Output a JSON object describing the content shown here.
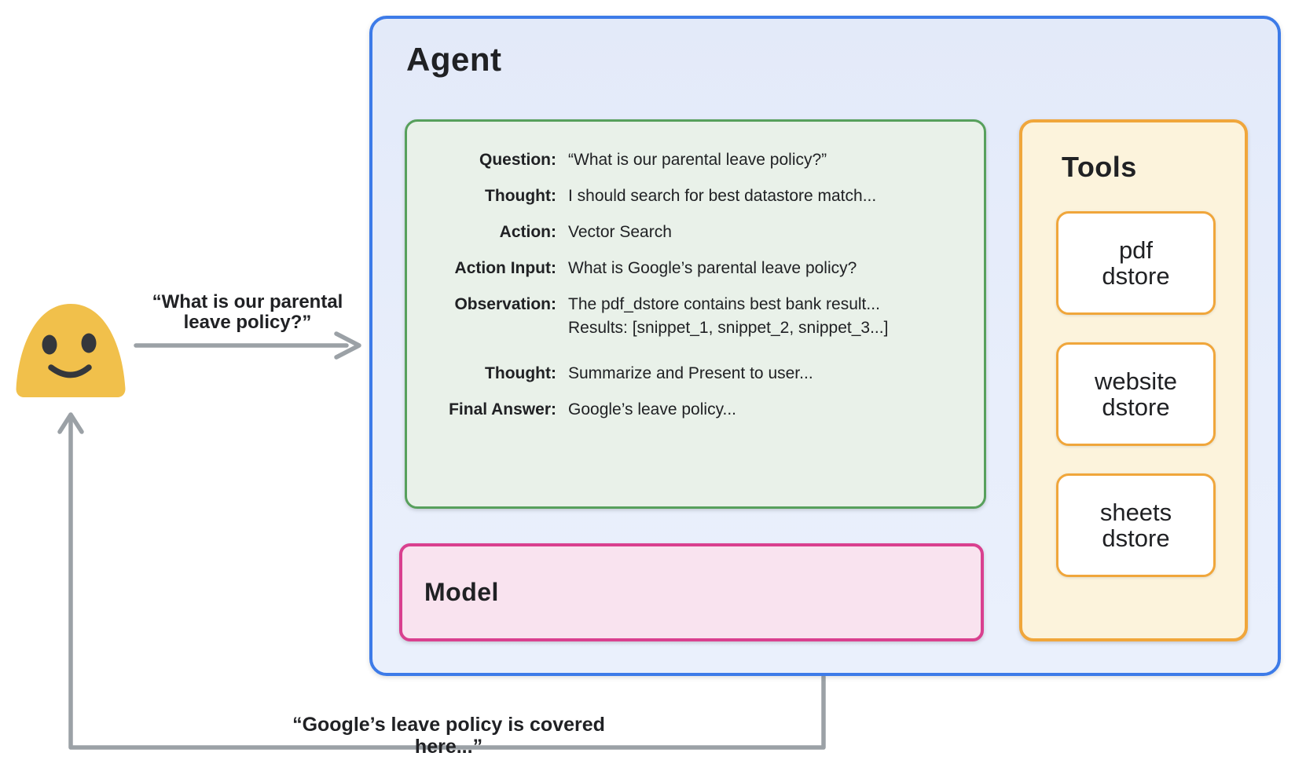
{
  "user": {
    "query": "“What is our parental\nleave policy?”",
    "response": "“Google’s leave policy is covered here...”"
  },
  "agent": {
    "title": "Agent",
    "trace": {
      "rows": [
        {
          "label": "Question:",
          "value": "“What is our parental leave policy?”"
        },
        {
          "label": "Thought:",
          "value": "I should search for best datastore match..."
        },
        {
          "label": "Action:",
          "value": "Vector Search"
        },
        {
          "label": "Action Input:",
          "value": "What is Google’s parental leave policy?"
        },
        {
          "label": "Observation:",
          "value": "The pdf_dstore contains best bank result...\nResults: [snippet_1, snippet_2, snippet_3...]"
        },
        {
          "label": "Thought:",
          "value": "Summarize and Present to user..."
        },
        {
          "label": "Final Answer:",
          "value": "Google’s leave policy..."
        }
      ]
    },
    "model": {
      "title": "Model"
    },
    "tools": {
      "title": "Tools",
      "items": [
        {
          "label": "pdf\ndstore"
        },
        {
          "label": "website\ndstore"
        },
        {
          "label": "sheets\ndstore"
        }
      ]
    }
  },
  "colors": {
    "agent_border": "#3D7BE8",
    "agent_fill": "#E8EEFB",
    "trace_border": "#57A05C",
    "trace_fill": "#E9F1E9",
    "tools_border": "#F0A63B",
    "tools_fill": "#FCF3DC",
    "model_border": "#D9408F",
    "model_fill": "#F9E3EF",
    "arrow_gray": "#9BA1A6",
    "dot_gray": "#8C9196",
    "blob_yellow": "#F1C04B",
    "text": "#202124"
  }
}
